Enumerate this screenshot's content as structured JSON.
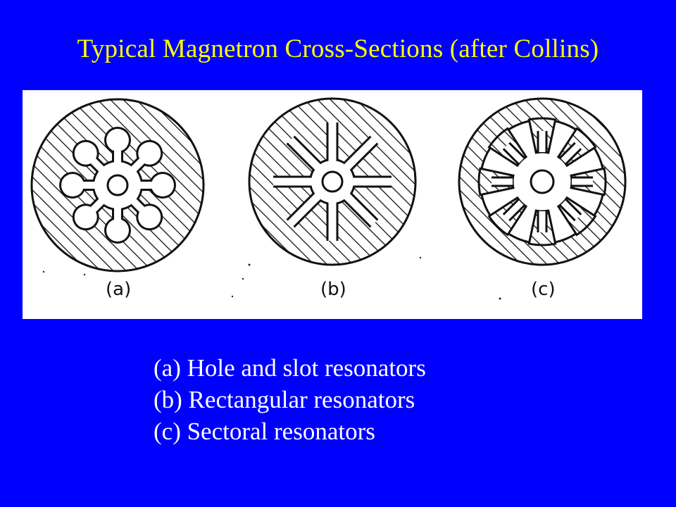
{
  "slide": {
    "title": "Typical Magnetron Cross-Sections (after Collins)",
    "colors": {
      "background": "#0000ff",
      "title": "#ffff00",
      "caption": "#ffffff"
    }
  },
  "figure": {
    "labels": [
      "(a)",
      "(b)",
      "(c)"
    ]
  },
  "captions": [
    "(a) Hole and slot resonators",
    "(b) Rectangular resonators",
    "(c) Sectoral resonators"
  ]
}
